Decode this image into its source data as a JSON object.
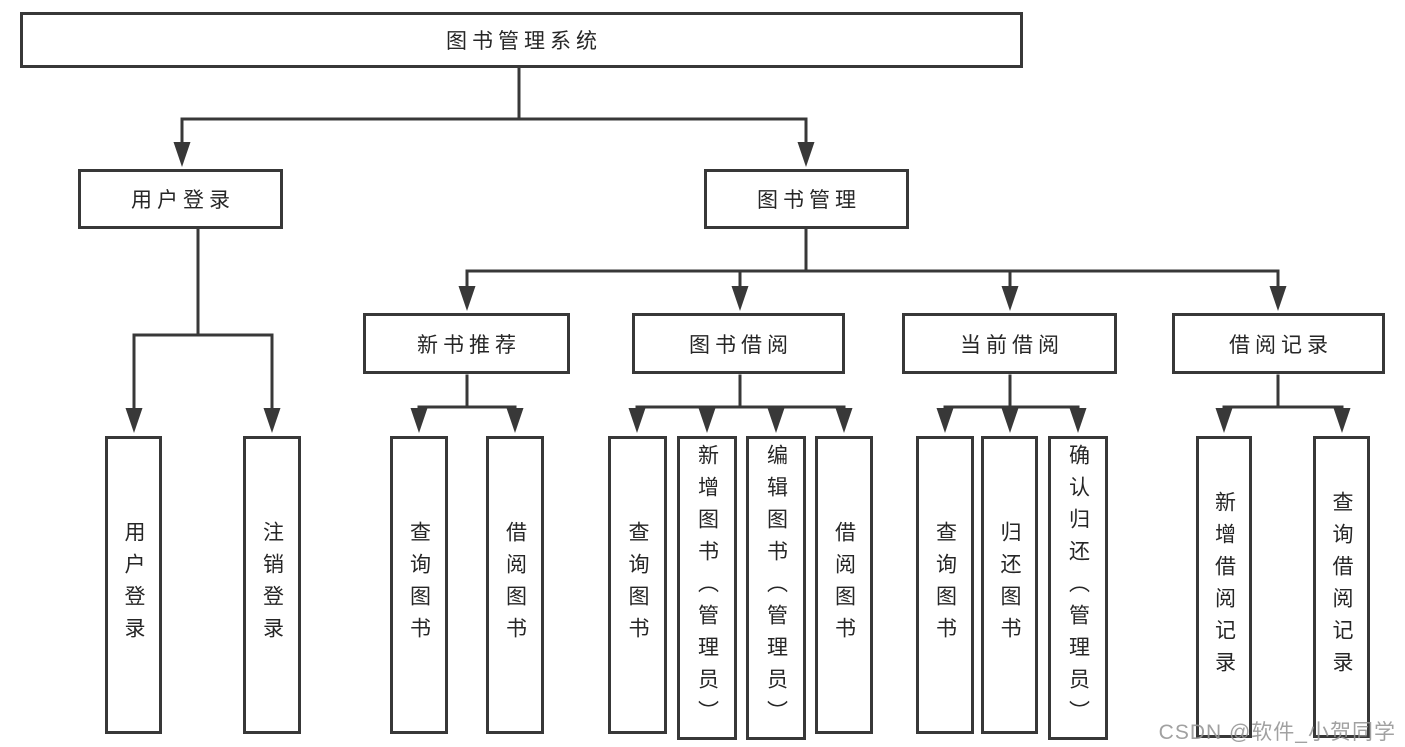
{
  "diagram": {
    "root": {
      "label": "图书管理系统"
    },
    "level2": [
      {
        "label": "用户登录"
      },
      {
        "label": "图书管理"
      }
    ],
    "level3": [
      {
        "label": "新书推荐"
      },
      {
        "label": "图书借阅"
      },
      {
        "label": "当前借阅"
      },
      {
        "label": "借阅记录"
      }
    ],
    "leaves": {
      "user_login": [
        "用户登录",
        "注销登录"
      ],
      "new_book": [
        "查询图书",
        "借阅图书"
      ],
      "book_borrow": [
        "查询图书",
        "新增图书（管理员）",
        "编辑图书（管理员）",
        "借阅图书"
      ],
      "current_borrow": [
        "查询图书",
        "归还图书",
        "确认归还（管理员）"
      ],
      "borrow_records": [
        "新增借阅记录",
        "查询借阅记录"
      ]
    },
    "colors": {
      "line": "#383838",
      "text": "#262626",
      "watermark": "#999999"
    }
  },
  "watermark": {
    "text": "CSDN @软件_小贺同学"
  }
}
